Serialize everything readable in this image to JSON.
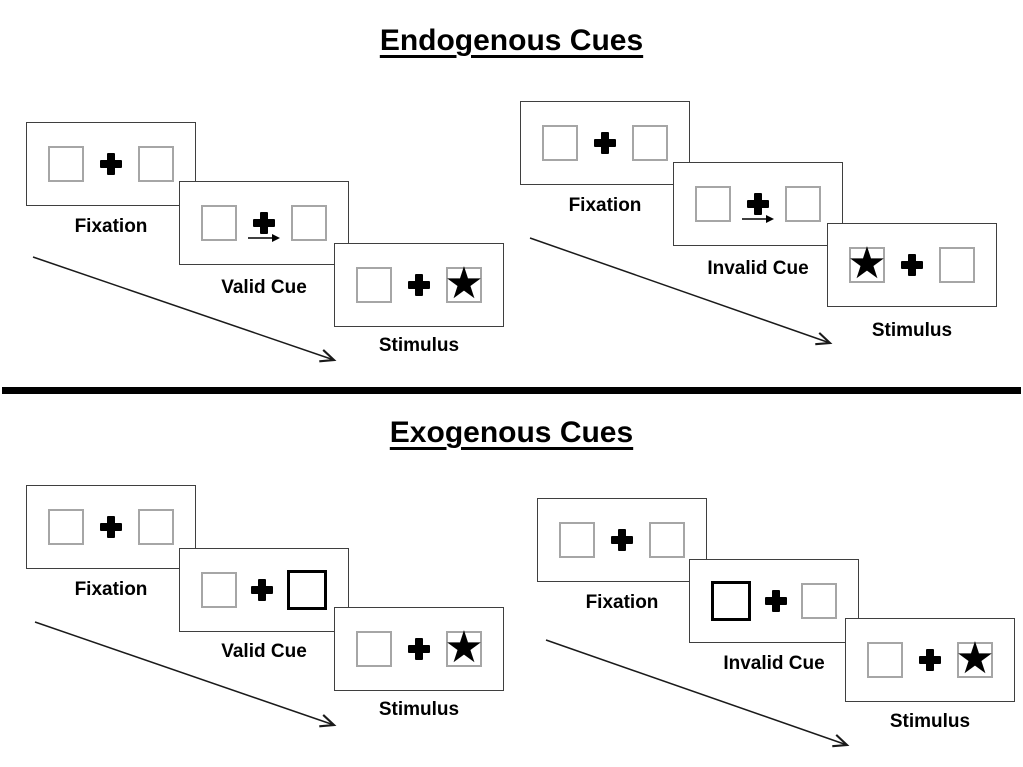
{
  "glyphs": {
    "star": "★"
  },
  "colors": {
    "ink": "#000000",
    "box_border": "#a6a6a6",
    "panel_border": "#3f3f3f"
  },
  "sections": [
    {
      "title": "Endogenous Cues",
      "cascades": [
        {
          "name": "valid",
          "panels": [
            {
              "label": "Fixation",
              "type": "fixation"
            },
            {
              "label": "Valid Cue",
              "type": "arrow-cue",
              "arrow_direction": "right"
            },
            {
              "label": "Stimulus",
              "type": "stimulus",
              "star_side": "right"
            }
          ]
        },
        {
          "name": "invalid",
          "panels": [
            {
              "label": "Fixation",
              "type": "fixation"
            },
            {
              "label": "Invalid Cue",
              "type": "arrow-cue",
              "arrow_direction": "right"
            },
            {
              "label": "Stimulus",
              "type": "stimulus",
              "star_side": "left"
            }
          ]
        }
      ]
    },
    {
      "title": "Exogenous Cues",
      "cascades": [
        {
          "name": "valid",
          "panels": [
            {
              "label": "Fixation",
              "type": "fixation"
            },
            {
              "label": "Valid Cue",
              "type": "box-cue",
              "highlighted_box": "right"
            },
            {
              "label": "Stimulus",
              "type": "stimulus",
              "star_side": "right"
            }
          ]
        },
        {
          "name": "invalid",
          "panels": [
            {
              "label": "Fixation",
              "type": "fixation"
            },
            {
              "label": "Invalid Cue",
              "type": "box-cue",
              "highlighted_box": "left"
            },
            {
              "label": "Stimulus",
              "type": "stimulus",
              "star_side": "right"
            }
          ]
        }
      ]
    }
  ]
}
